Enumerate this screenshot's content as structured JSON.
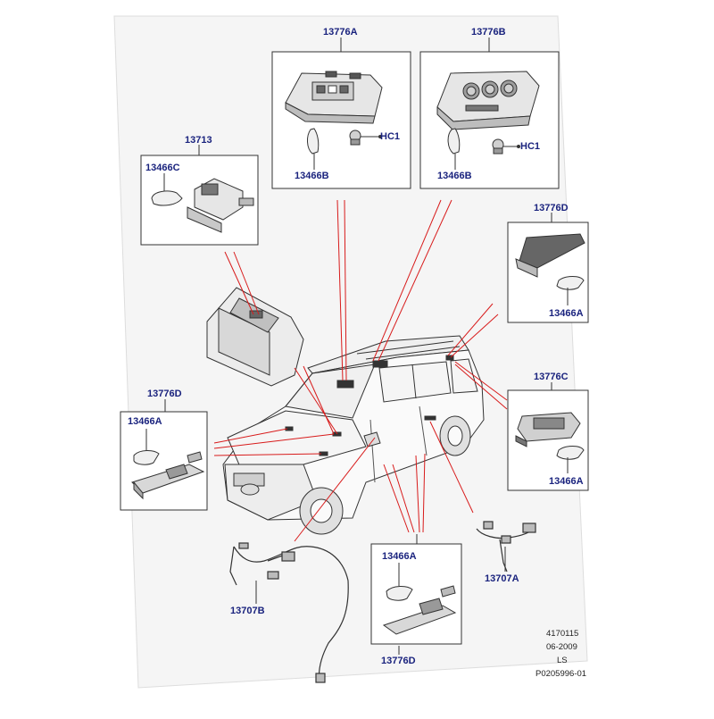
{
  "callouts": {
    "top_left_box_title": "13776A",
    "top_left_bulb": "13466B",
    "top_left_connector": "HC1",
    "top_right_box_title": "13776B",
    "top_right_bulb": "13466B",
    "top_right_connector": "HC1",
    "left_box_title": "13713",
    "left_box_bulb": "13466C",
    "right_upper_box_title": "13776D",
    "right_upper_bulb": "13466A",
    "right_lower_box_title": "13776C",
    "right_lower_bulb": "13466A",
    "left_mid_box_title": "13776D",
    "left_mid_bulb": "13466A",
    "bottom_box_title": "13776D",
    "bottom_box_bulb": "13466A",
    "harness_left": "13707B",
    "harness_right": "13707A"
  },
  "footer": {
    "ref": "4170115",
    "date": "06-2009",
    "code": "LS",
    "drawing": "P0205996-01"
  },
  "colors": {
    "label": "#1a237e",
    "leader": "#d81b1b",
    "line": "#333333",
    "shading": "#d9d9d9"
  }
}
